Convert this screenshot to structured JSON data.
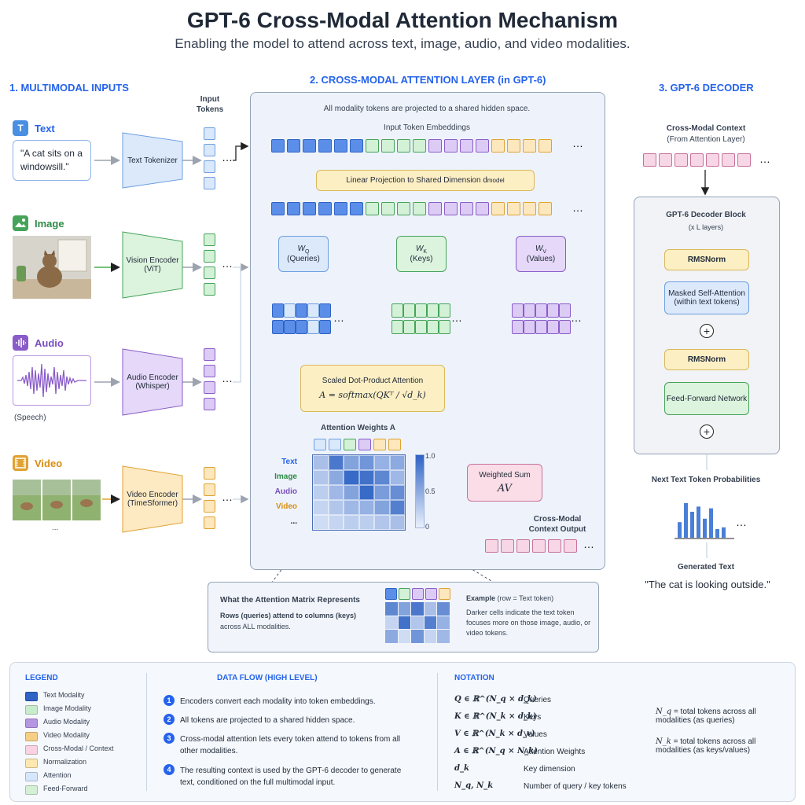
{
  "header": {
    "title": "GPT-6 Cross-Modal Attention Mechanism",
    "subtitle": "Enabling the model to attend across text, image, audio, and video modalities."
  },
  "sections": {
    "inputs": "1. MULTIMODAL INPUTS",
    "attention": "2. CROSS-MODAL ATTENTION LAYER (in GPT-6)",
    "decoder": "3. GPT-6 DECODER"
  },
  "inputs": {
    "tokens_label": "Input Tokens",
    "text": {
      "label": "Text",
      "sample": "\"A cat sits on a windowsill.\"",
      "encoder": "Text Tokenizer"
    },
    "image": {
      "label": "Image",
      "encoder": "Vision Encoder (ViT)"
    },
    "audio": {
      "label": "Audio",
      "note": "(Speech)",
      "encoder": "Audio Encoder (Whisper)"
    },
    "video": {
      "label": "Video",
      "more": "...",
      "encoder": "Video Encoder (TimeSformer)"
    }
  },
  "attention": {
    "note": "All modality tokens are projected to a shared hidden space.",
    "embeddings_label": "Input Token Embeddings",
    "projection": "Linear Projection to Shared Dimension d",
    "projection_sub": "model",
    "wq": "W",
    "wq_sub": "Q",
    "wq_label": "(Queries)",
    "wk": "W",
    "wk_sub": "K",
    "wk_label": "(Keys)",
    "wv": "W",
    "wv_sub": "V",
    "wv_label": "(Values)",
    "sdpa_title": "Scaled Dot-Product Attention",
    "sdpa_formula": "A = softmax(QKᵀ / √d_k)",
    "weights_title": "Attention Weights A",
    "row_labels": [
      "Text",
      "Image",
      "Audio",
      "Video",
      "..."
    ],
    "colorbar": [
      "1.0",
      "0.5",
      "0"
    ],
    "weighted_sum_title": "Weighted Sum",
    "weighted_sum_formula": "AV",
    "output_label": "Cross-Modal Context Output"
  },
  "matrix_values": [
    [
      0.35,
      0.85,
      0.55,
      0.65,
      0.45,
      0.5
    ],
    [
      0.3,
      0.5,
      0.95,
      0.9,
      0.75,
      0.4
    ],
    [
      0.25,
      0.4,
      0.55,
      0.95,
      0.6,
      0.7
    ],
    [
      0.2,
      0.3,
      0.4,
      0.45,
      0.55,
      0.8
    ],
    [
      0.15,
      0.2,
      0.25,
      0.25,
      0.3,
      0.35
    ]
  ],
  "explain": {
    "title": "What the Attention Matrix Represents",
    "bold_line": "Rows (queries) attend to columns (keys)",
    "line2": "across ALL modalities.",
    "example_title": "Example",
    "example_note": "(row = Text token)",
    "example_text": "Darker cells indicate the text token focuses more on those image, audio, or video tokens."
  },
  "decoder": {
    "context_title": "Cross-Modal Context",
    "context_sub": "(From Attention Layer)",
    "block_title": "GPT-6 Decoder Block",
    "block_sub": "(x L layers)",
    "rmsnorm1": "RMSNorm",
    "masked_attn": "Masked Self-Attention (within text tokens)",
    "rmsnorm2": "RMSNorm",
    "ffn": "Feed-Forward Network",
    "next_token": "Next Text Token Probabilities",
    "generated_title": "Generated Text",
    "generated_text": "\"The cat is looking outside.\""
  },
  "histogram": [
    0.45,
    1.0,
    0.75,
    0.9,
    0.55,
    0.85,
    0.25,
    0.3
  ],
  "legend": {
    "title": "LEGEND",
    "items": [
      {
        "label": "Text Modality",
        "color": "#2f63c4"
      },
      {
        "label": "Image Modality",
        "color": "#c8edcc"
      },
      {
        "label": "Audio Modality",
        "color": "#b596e3"
      },
      {
        "label": "Video Modality",
        "color": "#f6cf85"
      },
      {
        "label": "Cross-Modal / Context",
        "color": "#f9d3e2"
      },
      {
        "label": "Normalization",
        "color": "#fde9b0"
      },
      {
        "label": "Attention",
        "color": "#d6e6fb"
      },
      {
        "label": "Feed-Forward",
        "color": "#d4f1d6"
      }
    ]
  },
  "dataflow": {
    "title": "DATA FLOW (HIGH LEVEL)",
    "steps": [
      {
        "num": "1",
        "text": "Encoders convert each modality into token embeddings."
      },
      {
        "num": "2",
        "text": "All tokens are projected to a shared hidden space."
      },
      {
        "num": "3",
        "text": "Cross-modal attention lets every token attend to tokens from all other modalities."
      },
      {
        "num": "4",
        "text": "The resulting context is used by the GPT-6 decoder to generate text, conditioned on the full multimodal input."
      }
    ]
  },
  "notation": {
    "title": "NOTATION",
    "items": [
      {
        "sym": "Q ∈ ℝ^(N_q × d_k)",
        "desc": "Queries"
      },
      {
        "sym": "K ∈ ℝ^(N_k × d_k)",
        "desc": "Keys"
      },
      {
        "sym": "V ∈ ℝ^(N_k × d_v)",
        "desc": "Values"
      },
      {
        "sym": "A ∈ ℝ^(N_q × N_k)",
        "desc": "Attention Weights"
      },
      {
        "sym": "d_k",
        "desc": "Key dimension"
      },
      {
        "sym": "N_q, N_k",
        "desc": "Number of query / key tokens"
      }
    ],
    "nq_sym": "N_q",
    "nq_text": "= total tokens across all modalities (as queries)",
    "nk_sym": "N_k",
    "nk_text": "= total tokens across all modalities (as keys/values)"
  }
}
